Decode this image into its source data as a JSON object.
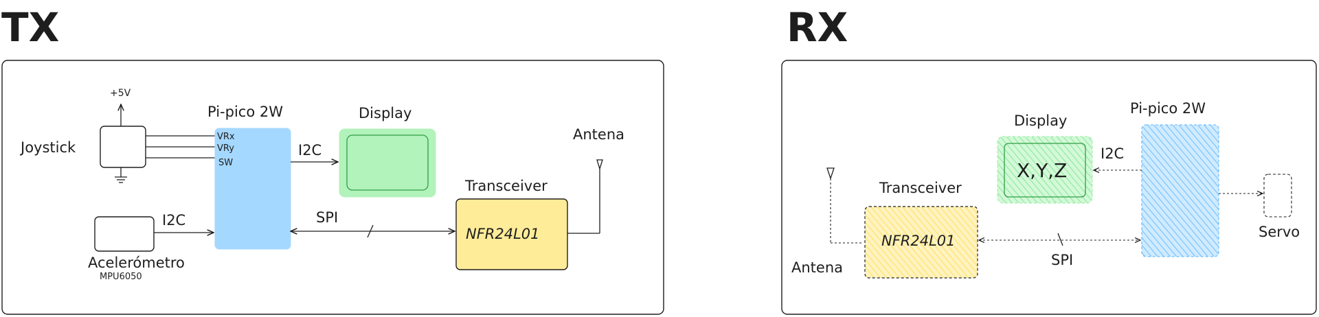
{
  "tx": {
    "title": "TX",
    "joystick_label": "Joystick",
    "supply_label": "+5V",
    "pico_title": "Pi-pico  2W",
    "pins": [
      "VRx",
      "VRy",
      "SW"
    ],
    "display_title": "Display",
    "i2c_display_label": "I2C",
    "antenna_label": "Antena",
    "transceiver_title": "Transceiver",
    "nrf_label": "NFR24L01",
    "spi_label": "SPI",
    "i2c_accel_label": "I2C",
    "accel_label": "Acelerómetro",
    "accel_model": "MPU6050"
  },
  "rx": {
    "title": "RX",
    "display_title": "Display",
    "display_text": "X,Y,Z",
    "pico_title": "Pi-pico  2W",
    "i2c_label": "I2C",
    "transceiver_title": "Transceiver",
    "nrf_label": "NFR24L01",
    "spi_label": "SPI",
    "antenna_label": "Antena",
    "servo_label": "Servo"
  },
  "colors": {
    "pico_tx": "#a5d8ff",
    "display": "#b2f2bb",
    "transceiver": "#ffec99",
    "pico_rx_hatch": "#74c0fc",
    "display_border": "#40c057"
  }
}
